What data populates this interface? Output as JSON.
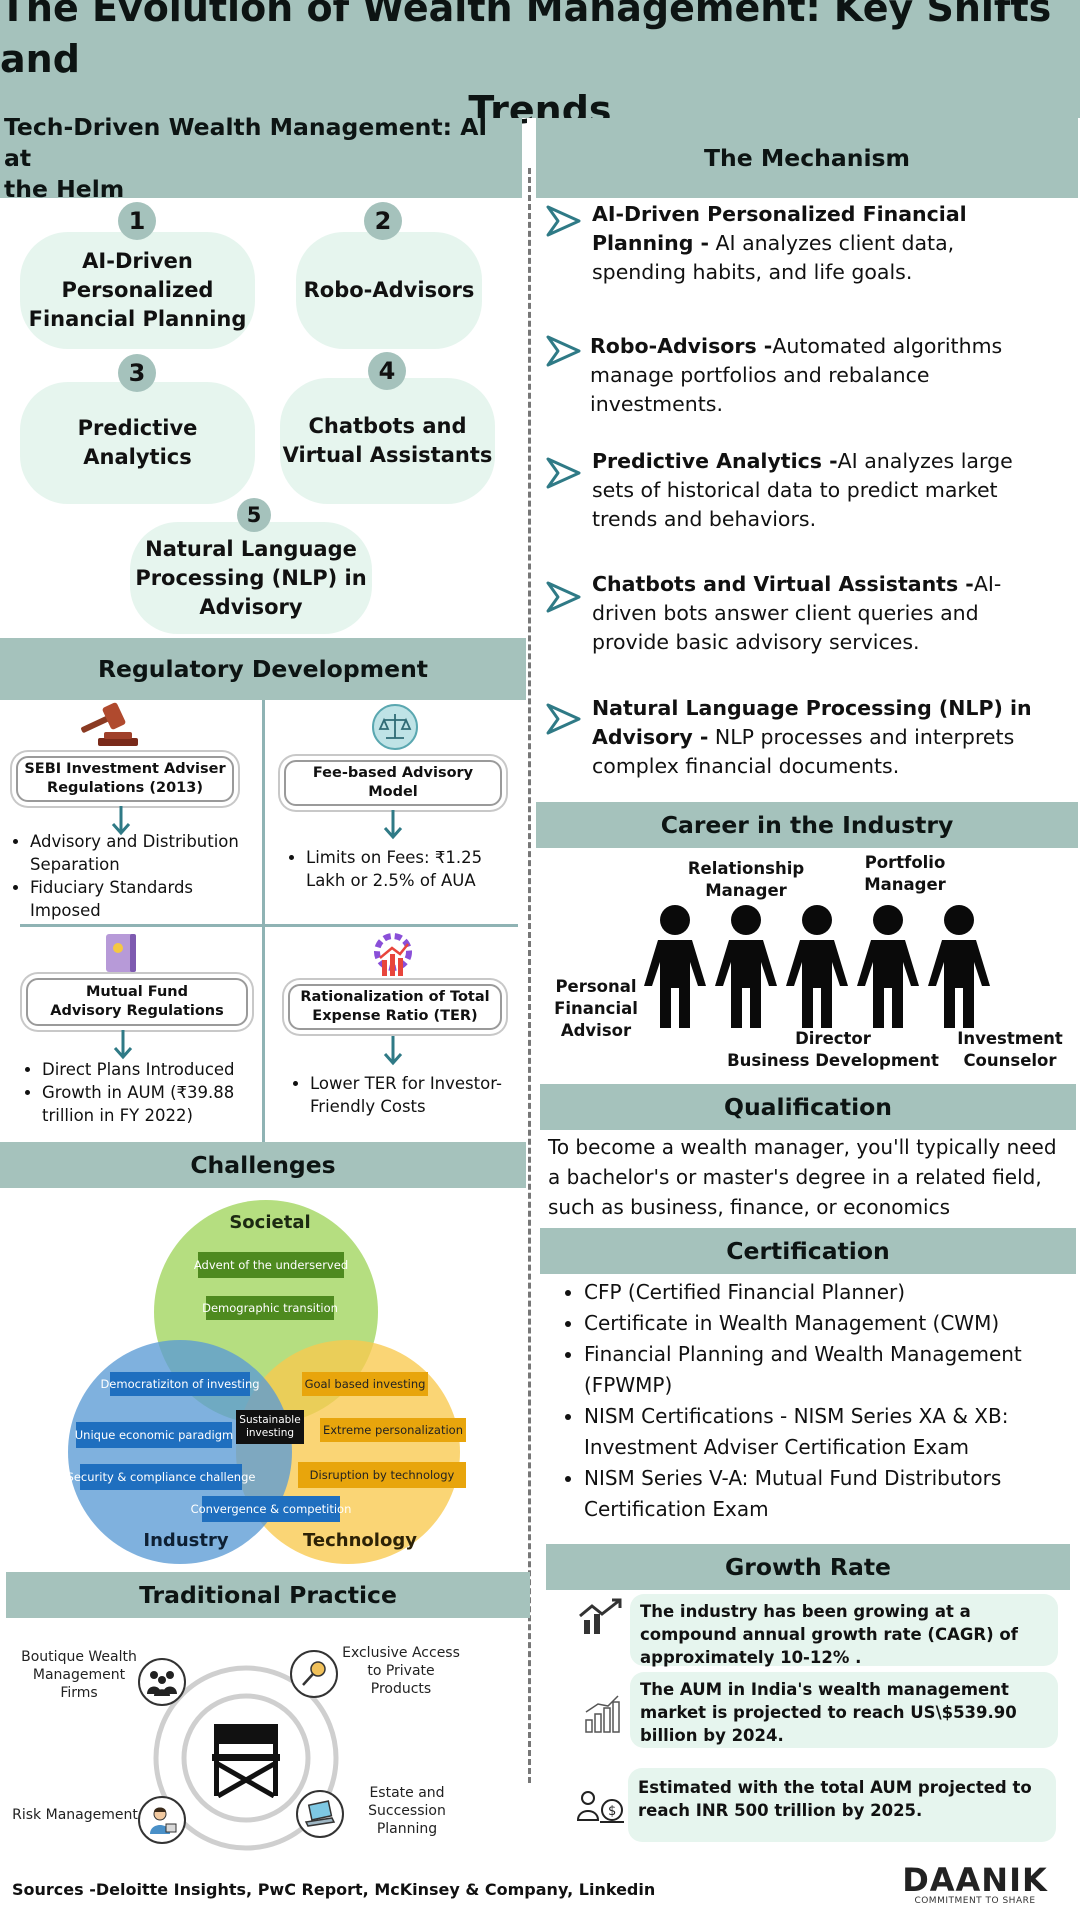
{
  "header": {
    "title_line1": "The Evolution of Wealth Management: Key Shifts and",
    "title_line2": "Trends"
  },
  "tech": {
    "title_line1": "Tech-Driven Wealth Management: AI at",
    "title_line2": "the Helm",
    "items": [
      {
        "num": "1",
        "lines": [
          "AI-Driven",
          "Personalized",
          "Financial Planning"
        ]
      },
      {
        "num": "2",
        "lines": [
          "Robo-Advisors"
        ]
      },
      {
        "num": "3",
        "lines": [
          "Predictive Analytics"
        ]
      },
      {
        "num": "4",
        "lines": [
          "Chatbots and",
          "Virtual Assistants"
        ]
      },
      {
        "num": "5",
        "lines": [
          "Natural Language",
          "Processing (NLP) in",
          "Advisory"
        ]
      }
    ]
  },
  "mechanism": {
    "title": "The Mechanism",
    "items": [
      {
        "bold": "AI-Driven Personalized Financial Planning -",
        "text": " AI analyzes client data, spending habits, and life goals."
      },
      {
        "bold": "Robo-Advisors -",
        "text": "Automated algorithms manage portfolios and rebalance investments."
      },
      {
        "bold": "Predictive Analytics -",
        "text": "AI analyzes large sets of historical data to predict market trends and behaviors."
      },
      {
        "bold": "Chatbots and Virtual Assistants -",
        "text": "AI-driven bots answer client queries and provide basic advisory services."
      },
      {
        "bold": " Natural Language Processing (NLP) in Advisory -",
        "text": " NLP processes and interprets complex financial documents."
      }
    ]
  },
  "regulatory": {
    "title": "Regulatory Development",
    "cells": [
      {
        "box": [
          "SEBI Investment Adviser",
          "Regulations (2013)"
        ],
        "bullets": [
          "Advisory and Distribution Separation",
          "Fiduciary Standards Imposed"
        ]
      },
      {
        "box": [
          "Fee-based Advisory",
          "Model"
        ],
        "bullets": [
          "Limits on Fees: ₹1.25 Lakh or 2.5% of AUA"
        ]
      },
      {
        "box": [
          "Mutual Fund",
          "Advisory Regulations"
        ],
        "bullets": [
          "Direct Plans Introduced",
          "Growth in AUM (₹39.88 trillion in FY 2022)"
        ]
      },
      {
        "box": [
          "Rationalization of Total",
          "Expense Ratio (TER)"
        ],
        "bullets": [
          "Lower TER for Investor-Friendly Costs"
        ]
      }
    ]
  },
  "career": {
    "title": "Career in the Industry",
    "labels": {
      "relationship": [
        "Relationship",
        "Manager"
      ],
      "portfolio": [
        "Portfolio",
        "Manager"
      ],
      "personal": [
        "Personal",
        "Financial",
        "Advisor"
      ],
      "director": [
        "Director",
        "Business Development"
      ],
      "investment": [
        "Investment",
        "Counselor"
      ]
    }
  },
  "qualification": {
    "title": "Qualification",
    "text": "To become a wealth manager, you'll typically need a bachelor's or master's degree in a related field, such as business, finance, or economics"
  },
  "certification": {
    "title": "Certification",
    "items": [
      "CFP (Certified Financial Planner)",
      "Certificate in Wealth Management (CWM)",
      "Financial Planning and Wealth Management (FPWMP)",
      "NISM Certifications - NISM Series XA & XB: Investment Adviser Certification Exam",
      "NISM Series V-A: Mutual Fund Distributors Certification Exam"
    ]
  },
  "challenges": {
    "title": "Challenges",
    "circles": {
      "societal": "Societal",
      "industry": "Industry",
      "technology": "Technology"
    },
    "societal_tags": [
      "Advent of the underserved",
      "Demographic transition"
    ],
    "industry_tags": [
      "Democratiziton of investing",
      "Unique economic paradigm",
      "Security & compliance challenge"
    ],
    "tech_tags": [
      "Goal based investing",
      "Extreme personalization",
      "Disruption by technology"
    ],
    "convergence": "Convergence & competition",
    "center": [
      "Sustainable",
      "investing"
    ],
    "colors": {
      "societal": "#a8d86a",
      "industry": "#5b9bd5",
      "technology": "#f9c94e",
      "green_tag": "#4e8a1f",
      "blue_tag": "#1f6fbf",
      "orange_tag": "#e8a50c"
    }
  },
  "traditional": {
    "title": "Traditional Practice",
    "items": {
      "boutique": [
        "Boutique Wealth",
        "Management",
        "Firms"
      ],
      "exclusive": [
        "Exclusive Access",
        "to Private",
        "Products"
      ],
      "estate": [
        "Estate and",
        "Succession",
        "Planning"
      ],
      "risk": "Risk Management"
    }
  },
  "growth": {
    "title": "Growth Rate",
    "items": [
      "The industry has been growing at a compound annual growth rate (CAGR) of approximately 10-12% .",
      "The AUM in India's wealth management market is projected to reach US\\$539.90 billion by 2024.",
      "Estimated with the total AUM projected to reach INR 500 trillion by 2025."
    ]
  },
  "footer": {
    "sources": "Sources -Deloitte Insights, PwC Report, McKinsey & Company, Linkedin",
    "brand": "DAANIK",
    "tagline": "COMMITMENT TO SHARE"
  },
  "colors": {
    "band": "#a5c2bc",
    "pill": "#e6f5ee",
    "accent": "#2f7a86"
  }
}
